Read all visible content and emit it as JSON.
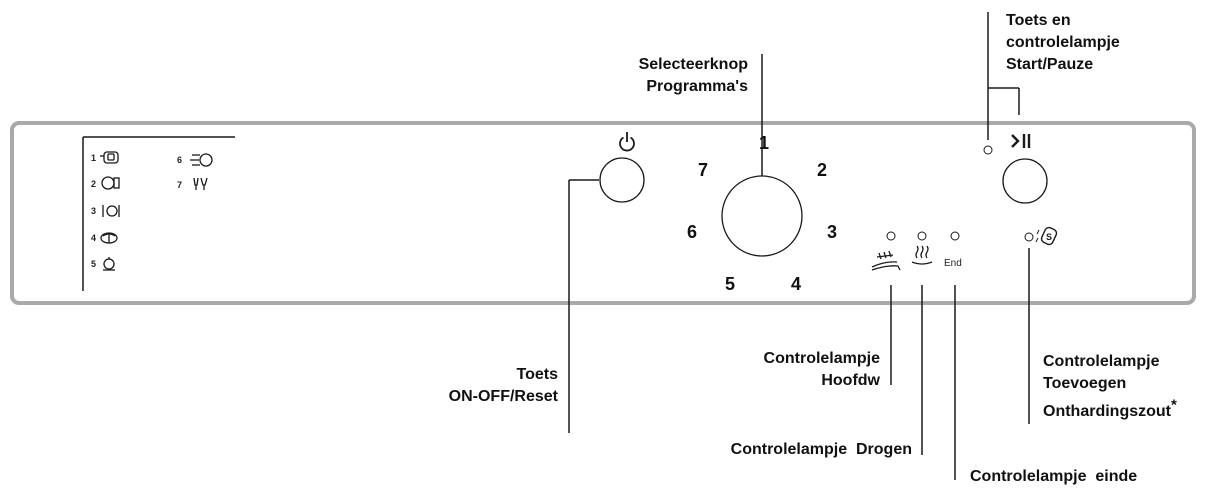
{
  "labels": {
    "start_pause": [
      "Toets en",
      "controlelampje",
      "Start/Pauze"
    ],
    "selector": [
      "Selecteerknop",
      "Programma's"
    ],
    "on_off": [
      "Toets",
      "ON-OFF/Reset"
    ],
    "prewash": [
      "Controlelampje",
      "Hoofdw"
    ],
    "drying": "Controlelampje  Drogen",
    "end_lamp": "Controlelampje  einde",
    "salt": [
      "Controlelampje",
      "Toevoegen",
      "Onthardingszout"
    ],
    "salt_mark": "*"
  },
  "dial_numbers": [
    "1",
    "2",
    "3",
    "4",
    "5",
    "6",
    "7"
  ],
  "program_list": [
    {
      "num": "1",
      "icon": "heavy-pots-icon"
    },
    {
      "num": "2",
      "icon": "pan-icon"
    },
    {
      "num": "3",
      "icon": "cutlery-plate-icon"
    },
    {
      "num": "4",
      "icon": "eco-icon"
    },
    {
      "num": "5",
      "icon": "soak-icon"
    },
    {
      "num": "6",
      "icon": "express-icon"
    },
    {
      "num": "7",
      "icon": "glasses-icon"
    }
  ],
  "end_text": "End",
  "colors": {
    "panel_border": "#a9a9a9",
    "line": "#1a1a1a"
  }
}
